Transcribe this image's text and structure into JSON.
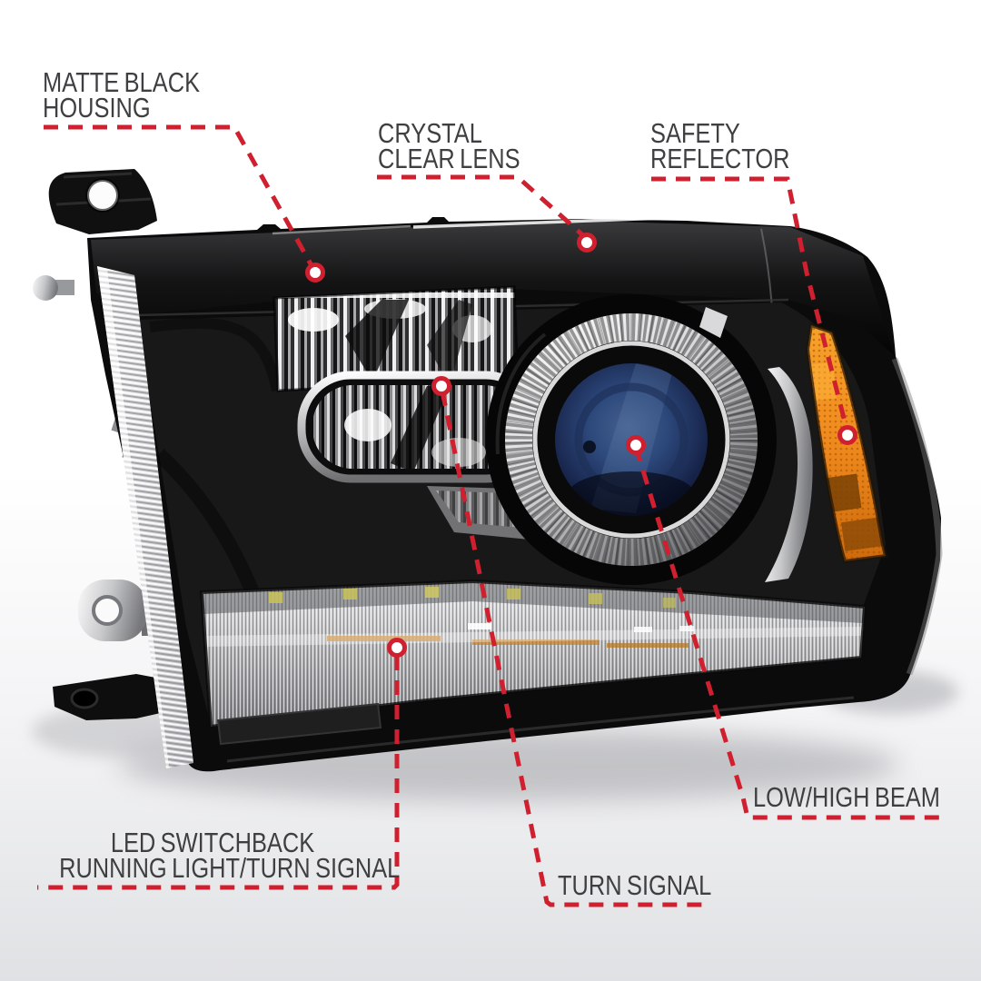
{
  "diagram_title": "headlight-features-callout-diagram",
  "style": {
    "accent_red": "#d0202f",
    "label_text_color": "#3f3f41",
    "background_top": "#ffffff",
    "background_bottom": "#e0e1e4",
    "amber_reflector_color": "#ef8a1d",
    "projector_lens_blue": "#2c477a",
    "housing_black": "#0b0b0b",
    "chrome_light": "#f2f2f2"
  },
  "callouts": [
    {
      "id": "matte-black-housing",
      "target_part": "housing",
      "lines": [
        "MATTE BLACK",
        "HOUSING"
      ]
    },
    {
      "id": "crystal-clear-lens",
      "target_part": "outer lens",
      "lines": [
        "CRYSTAL",
        "CLEAR LENS"
      ]
    },
    {
      "id": "safety-reflector",
      "target_part": "amber side reflector",
      "lines": [
        "SAFETY",
        "REFLECTOR"
      ]
    },
    {
      "id": "low-high-beam",
      "target_part": "projector",
      "lines": [
        "LOW/HIGH BEAM"
      ]
    },
    {
      "id": "turn-signal",
      "target_part": "turn signal chamber",
      "lines": [
        "TURN SIGNAL"
      ]
    },
    {
      "id": "led-switchback",
      "target_part": "lower LED bar",
      "lines": [
        "LED SWITCHBACK",
        "RUNNING LIGHT/TURN SIGNAL"
      ]
    }
  ]
}
